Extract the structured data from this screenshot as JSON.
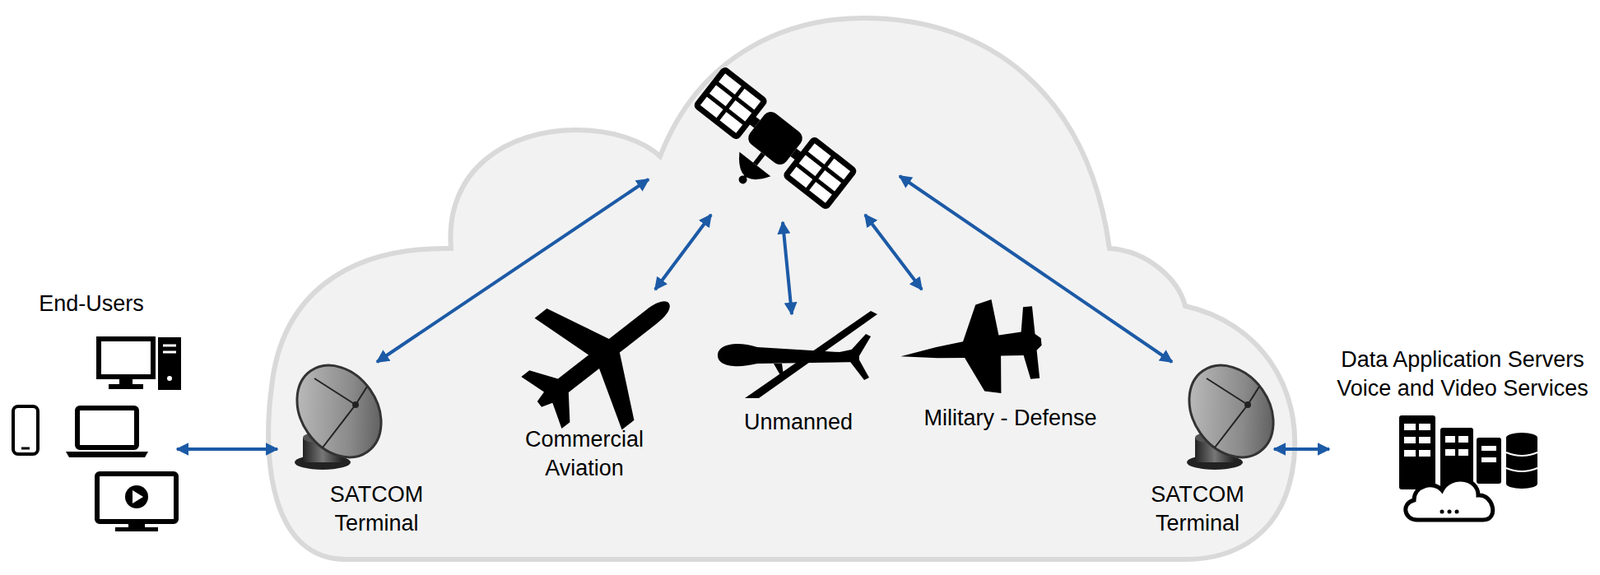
{
  "diagram": {
    "nodes": [
      {
        "text": [
          "End-Users"
        ]
      },
      {
        "text": [
          "SATCOM Terminal"
        ]
      },
      {
        "text": [
          "Commercial Aviation"
        ]
      },
      {
        "text": [
          "Unmanned"
        ]
      },
      {
        "text": [
          "Military - Defense"
        ]
      },
      {
        "text": [
          "SATCOM Terminal"
        ]
      },
      {
        "text": [
          "Data Application Servers Voice and Video Services"
        ]
      }
    ],
    "edges": [
      {
        "from": 0,
        "to": 1,
        "arrow": "both"
      },
      {
        "from": 5,
        "to": 6,
        "arrow": "both"
      }
    ]
  }
}
